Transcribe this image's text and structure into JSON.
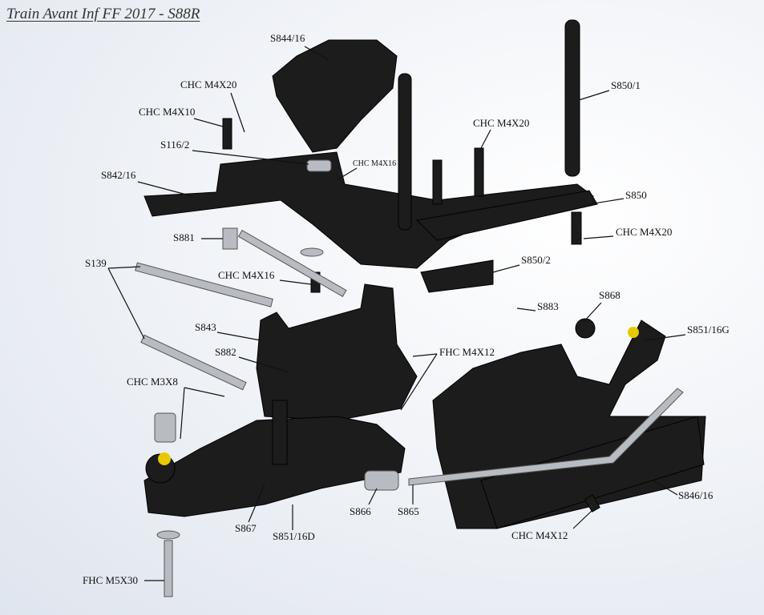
{
  "title": "Train Avant Inf  FF 2017 - S88R",
  "labels": [
    "S844/16",
    "CHC M4X20",
    "CHC M4X10",
    "S116/2",
    "CHC M4X16",
    "S842/16",
    "S850/1",
    "CHC M4X20",
    "S850",
    "CHC M4X20",
    "S881",
    "S850/2",
    "S139",
    "CHC M4X16",
    "S883",
    "S868",
    "S851/16G",
    "S843",
    "FHC M4X12",
    "S882",
    "CHC M3X8",
    "S846/16",
    "S866",
    "S865",
    "S867",
    "S851/16D",
    "CHC M4X12",
    "FHC M5X30"
  ],
  "colors": {
    "part": "#1c1c1c",
    "steel": "#b8bcc2",
    "brass": "#e8c800"
  }
}
